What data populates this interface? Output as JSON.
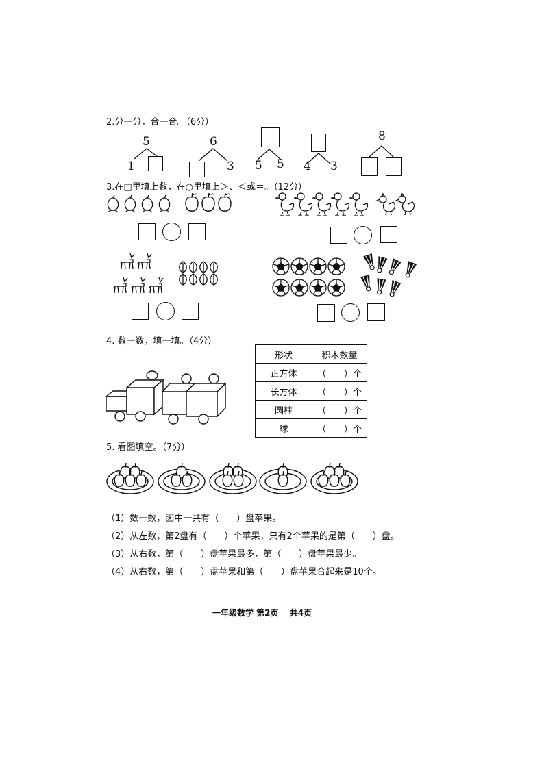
{
  "q2": {
    "title": "2.分一分，合一合。（6分）",
    "trees": [
      {
        "top": "5",
        "left": "1",
        "right": ""
      },
      {
        "top": "6",
        "left": "",
        "right": "3"
      },
      {
        "top": "",
        "left": "5",
        "right": "5"
      },
      {
        "top": "",
        "left": "4",
        "right": "3"
      },
      {
        "top": "8",
        "left": "",
        "right": ""
      }
    ]
  },
  "q3": {
    "title": "3.在□里填上数，在○里填上＞、＜或＝。（12分）",
    "groups": [
      {
        "left_item": "peach",
        "left_count": 4,
        "right_item": "apple",
        "right_count": 3
      },
      {
        "left_item": "duck",
        "left_count": 5,
        "right_item": "chick",
        "right_count": 2
      },
      {
        "left_item": "deer",
        "left_count": 5,
        "right_item": "leaf",
        "right_count": 8
      },
      {
        "left_item": "soccer-ball",
        "left_count": 8,
        "right_item": "shuttlecock",
        "right_count": 7
      }
    ]
  },
  "q4": {
    "title": "4. 数一数，填一填。（4分）",
    "table_headers": [
      "形状",
      "积木数量"
    ],
    "rows": [
      {
        "shape": "正方体",
        "blank": "（　　）个"
      },
      {
        "shape": "长方体",
        "blank": "（　　）个"
      },
      {
        "shape": "圆柱",
        "blank": "（　　）个"
      },
      {
        "shape": "球",
        "blank": "（　　）个"
      }
    ]
  },
  "q5": {
    "title": "5. 看图填空。（7分）",
    "plates_apple_counts": [
      5,
      3,
      4,
      2,
      5
    ],
    "questions": [
      "（1）数一数，图中一共有（　　）盘苹果。",
      "（2）从左数，第2盘有（　　）个苹果，只有2个苹果的是第（　　）盘。",
      "（3）从右数，第（　　）盘苹果最多，第（　　）盘苹果最少。",
      "（4）从右数，第（　　）盘苹果和第（　　）盘苹果合起来是10个。"
    ]
  },
  "footer": "一年级数学 第2页　 共4页"
}
